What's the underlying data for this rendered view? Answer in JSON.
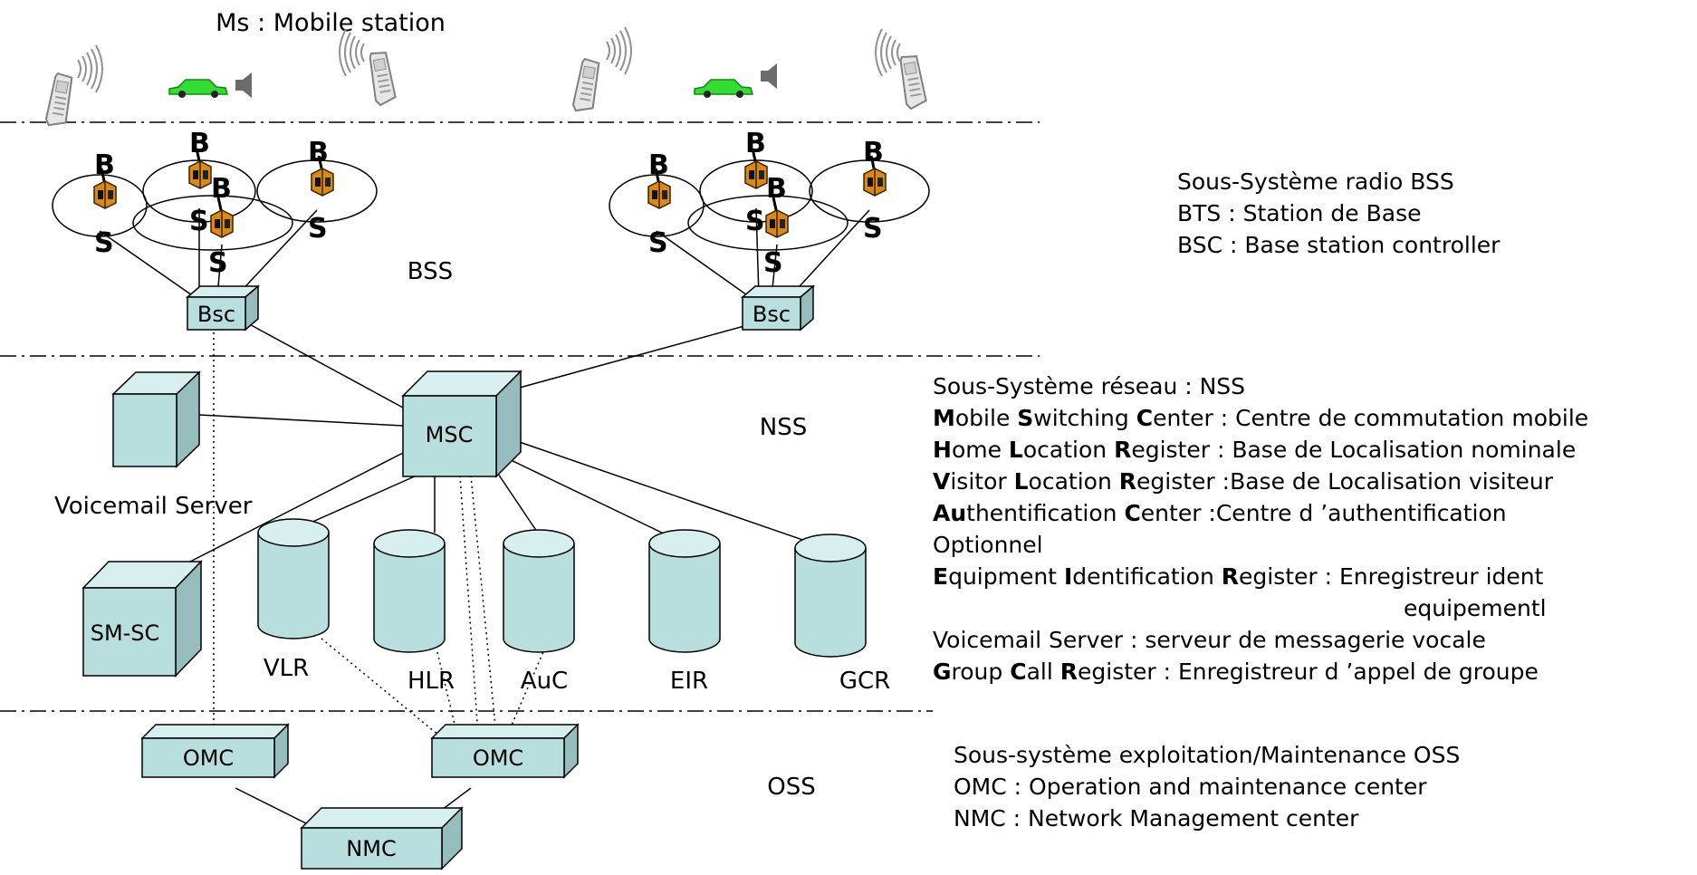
{
  "diagram": {
    "top_label": "Ms : Mobile station",
    "layer_labels": {
      "bss": "BSS",
      "nss": "NSS",
      "oss": "OSS"
    },
    "bts_letters": {
      "b": "B",
      "s": "S"
    },
    "nodes": {
      "bsc_left": "Bsc",
      "bsc_right": "Bsc",
      "msc": "MSC",
      "voicemail_server": "Voicemail Server",
      "smsc": "SM-SC",
      "vlr": "VLR",
      "hlr": "HLR",
      "auc": "AuC",
      "eir": "EIR",
      "gcr": "GCR",
      "omc_left": "OMC",
      "omc_center": "OMC",
      "nmc": "NMC"
    },
    "colors": {
      "node_front": "#b8dede",
      "node_side": "#96bcbc",
      "node_top": "#d8efef",
      "car": "#33dd33",
      "bts": "#d98a12"
    }
  },
  "legend": {
    "bss": [
      [
        {
          "t": "Sous-Système radio BSS"
        }
      ],
      [
        {
          "t": "BTS : Station de Base"
        }
      ],
      [
        {
          "t": "BSC : Base station controller"
        }
      ]
    ],
    "nss": [
      [
        {
          "t": "Sous-Système réseau : NSS"
        }
      ],
      [
        {
          "t": " "
        },
        {
          "t": "M",
          "b": true
        },
        {
          "t": "obile "
        },
        {
          "t": "S",
          "b": true
        },
        {
          "t": "witching "
        },
        {
          "t": "C",
          "b": true
        },
        {
          "t": "enter : Centre de commutation mobile"
        }
      ],
      [
        {
          "t": " "
        },
        {
          "t": "H",
          "b": true
        },
        {
          "t": "ome "
        },
        {
          "t": "L",
          "b": true
        },
        {
          "t": "ocation "
        },
        {
          "t": "R",
          "b": true
        },
        {
          "t": "egister : Base de Localisation nominale"
        }
      ],
      [
        {
          "t": " "
        },
        {
          "t": "V",
          "b": true
        },
        {
          "t": "isitor "
        },
        {
          "t": "L",
          "b": true
        },
        {
          "t": "ocation "
        },
        {
          "t": "R",
          "b": true
        },
        {
          "t": "egister :Base de Localisation visiteur"
        }
      ],
      [
        {
          "t": " "
        },
        {
          "t": "Au",
          "b": true
        },
        {
          "t": "thentification "
        },
        {
          "t": "C",
          "b": true
        },
        {
          "t": "enter   :Centre d ’authentification"
        }
      ],
      [
        {
          "t": "Optionnel"
        }
      ],
      [
        {
          "t": "E",
          "b": true
        },
        {
          "t": "quipment "
        },
        {
          "t": "I",
          "b": true
        },
        {
          "t": "dentification "
        },
        {
          "t": "R",
          "b": true
        },
        {
          "t": "egister : Enregistreur ident"
        }
      ],
      [
        {
          "t": "equipementl",
          "indent": true
        }
      ],
      [
        {
          "t": "Voicemail Server : serveur de messagerie vocale"
        }
      ],
      [
        {
          "t": "G",
          "b": true
        },
        {
          "t": "roup "
        },
        {
          "t": "C",
          "b": true
        },
        {
          "t": "all "
        },
        {
          "t": "R",
          "b": true
        },
        {
          "t": "egister : Enregistreur d ’appel de groupe"
        }
      ]
    ],
    "oss": [
      [
        {
          "t": "Sous-système  exploitation/Maintenance OSS"
        }
      ],
      [
        {
          "t": "OMC : Operation and maintenance center"
        }
      ],
      [
        {
          "t": "NMC : Network Management center"
        }
      ]
    ]
  }
}
